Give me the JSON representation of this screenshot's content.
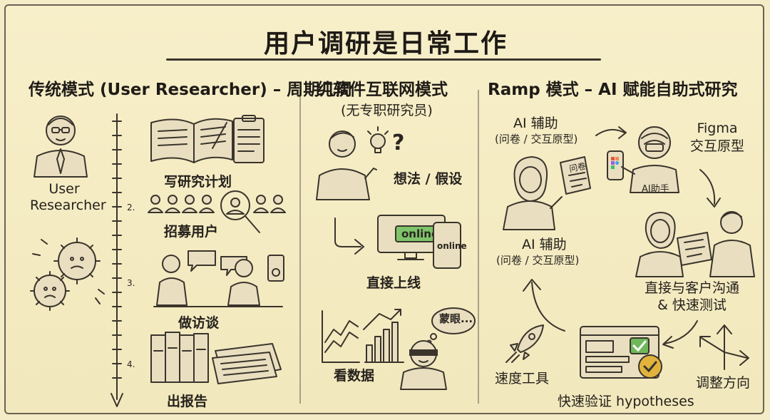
{
  "title": "用户调研是日常工作",
  "columns": {
    "traditional": {
      "heading": "传统模式 (User Researcher) – 周期几周",
      "person_label": "User\nResearcher",
      "timeline_ticks": [
        "2.",
        "3.",
        "4."
      ],
      "steps": [
        "写研究计划",
        "招募用户",
        "做访谈",
        "出报告"
      ]
    },
    "software": {
      "heading": "纯软件互联网模式",
      "subheading": "(无专职研究员)",
      "steps": [
        "想法 / 假设",
        "直接上线",
        "看数据"
      ],
      "screen_badge": "online",
      "phone_text": "online",
      "thought_bubble": "蒙眼..."
    },
    "ramp": {
      "heading": "Ramp 模式 – AI 赋能自助式研究",
      "ai_assist_top": "AI 辅助",
      "ai_assist_top_sub": "(问卷 / 交互原型)",
      "doc_label": "问卷",
      "figma_label": "Figma\n交互原型",
      "robot_label": "AI助手",
      "ai_assist_mid": "AI 辅助",
      "ai_assist_mid_sub": "(问卷 / 交互原型)",
      "customer_label": "直接与客户沟通\n& 快速测试",
      "speed_label": "速度工具",
      "validate_label": "快速验证 hypotheses",
      "adjust_label": "调整方向"
    }
  },
  "colors": {
    "background": "#f4ecc7",
    "ink": "#2a2520",
    "online_green": "#7fc36a",
    "check_green": "#6fb85a",
    "badge_gold": "#e2b33c"
  }
}
